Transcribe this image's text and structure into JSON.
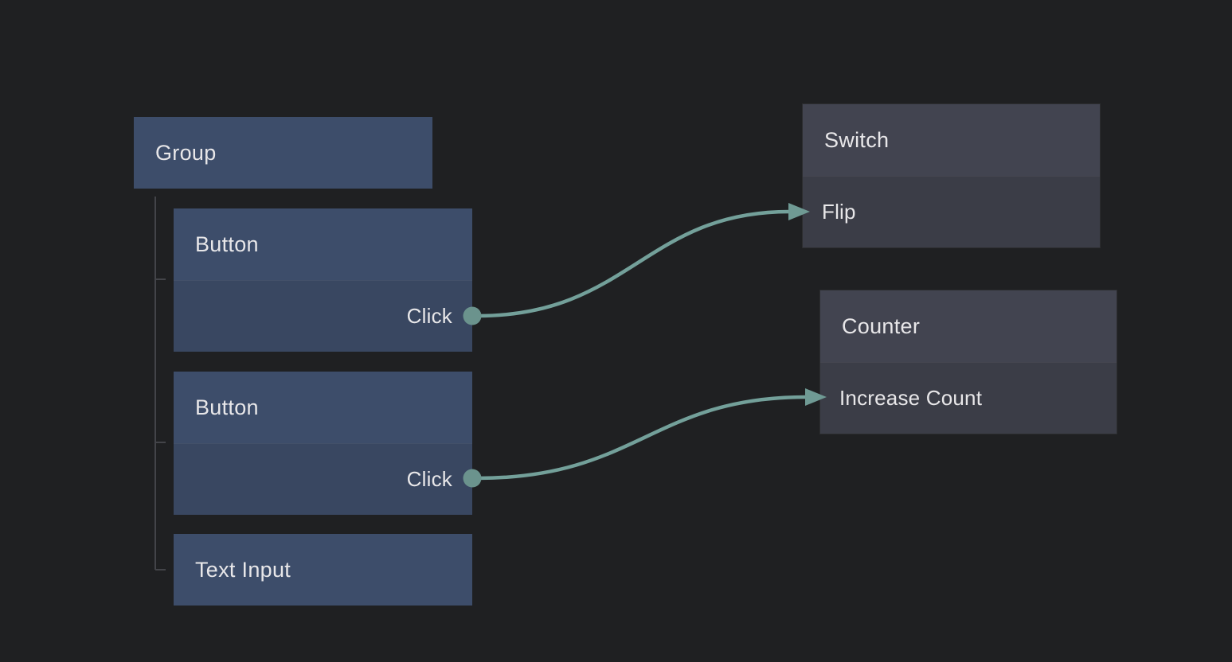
{
  "app": {
    "background": "#1f2022"
  },
  "palette": {
    "blue_node_header": "#3d4d6a",
    "blue_node_body": "#394761",
    "gray_node_header": "#424450",
    "gray_node_body": "#3b3d47",
    "wire": "#73a09a",
    "port": "#6b938d",
    "arrow": "#6f9a94",
    "tree_line": "#434449",
    "text": "#e8e7e9"
  },
  "nodes": {
    "group": {
      "title": "Group"
    },
    "button1": {
      "title": "Button",
      "output_label": "Click"
    },
    "button2": {
      "title": "Button",
      "output_label": "Click"
    },
    "text_input": {
      "title": "Text Input"
    },
    "switch": {
      "title": "Switch",
      "input_label": "Flip"
    },
    "counter": {
      "title": "Counter",
      "input_label": "Increase Count"
    }
  },
  "hierarchy": {
    "parent": "Group",
    "children": [
      "Button",
      "Button",
      "Text Input"
    ]
  },
  "edges": [
    {
      "from": "Button 1 / Click",
      "to": "Switch / Flip"
    },
    {
      "from": "Button 2 / Click",
      "to": "Counter / Increase Count"
    }
  ]
}
